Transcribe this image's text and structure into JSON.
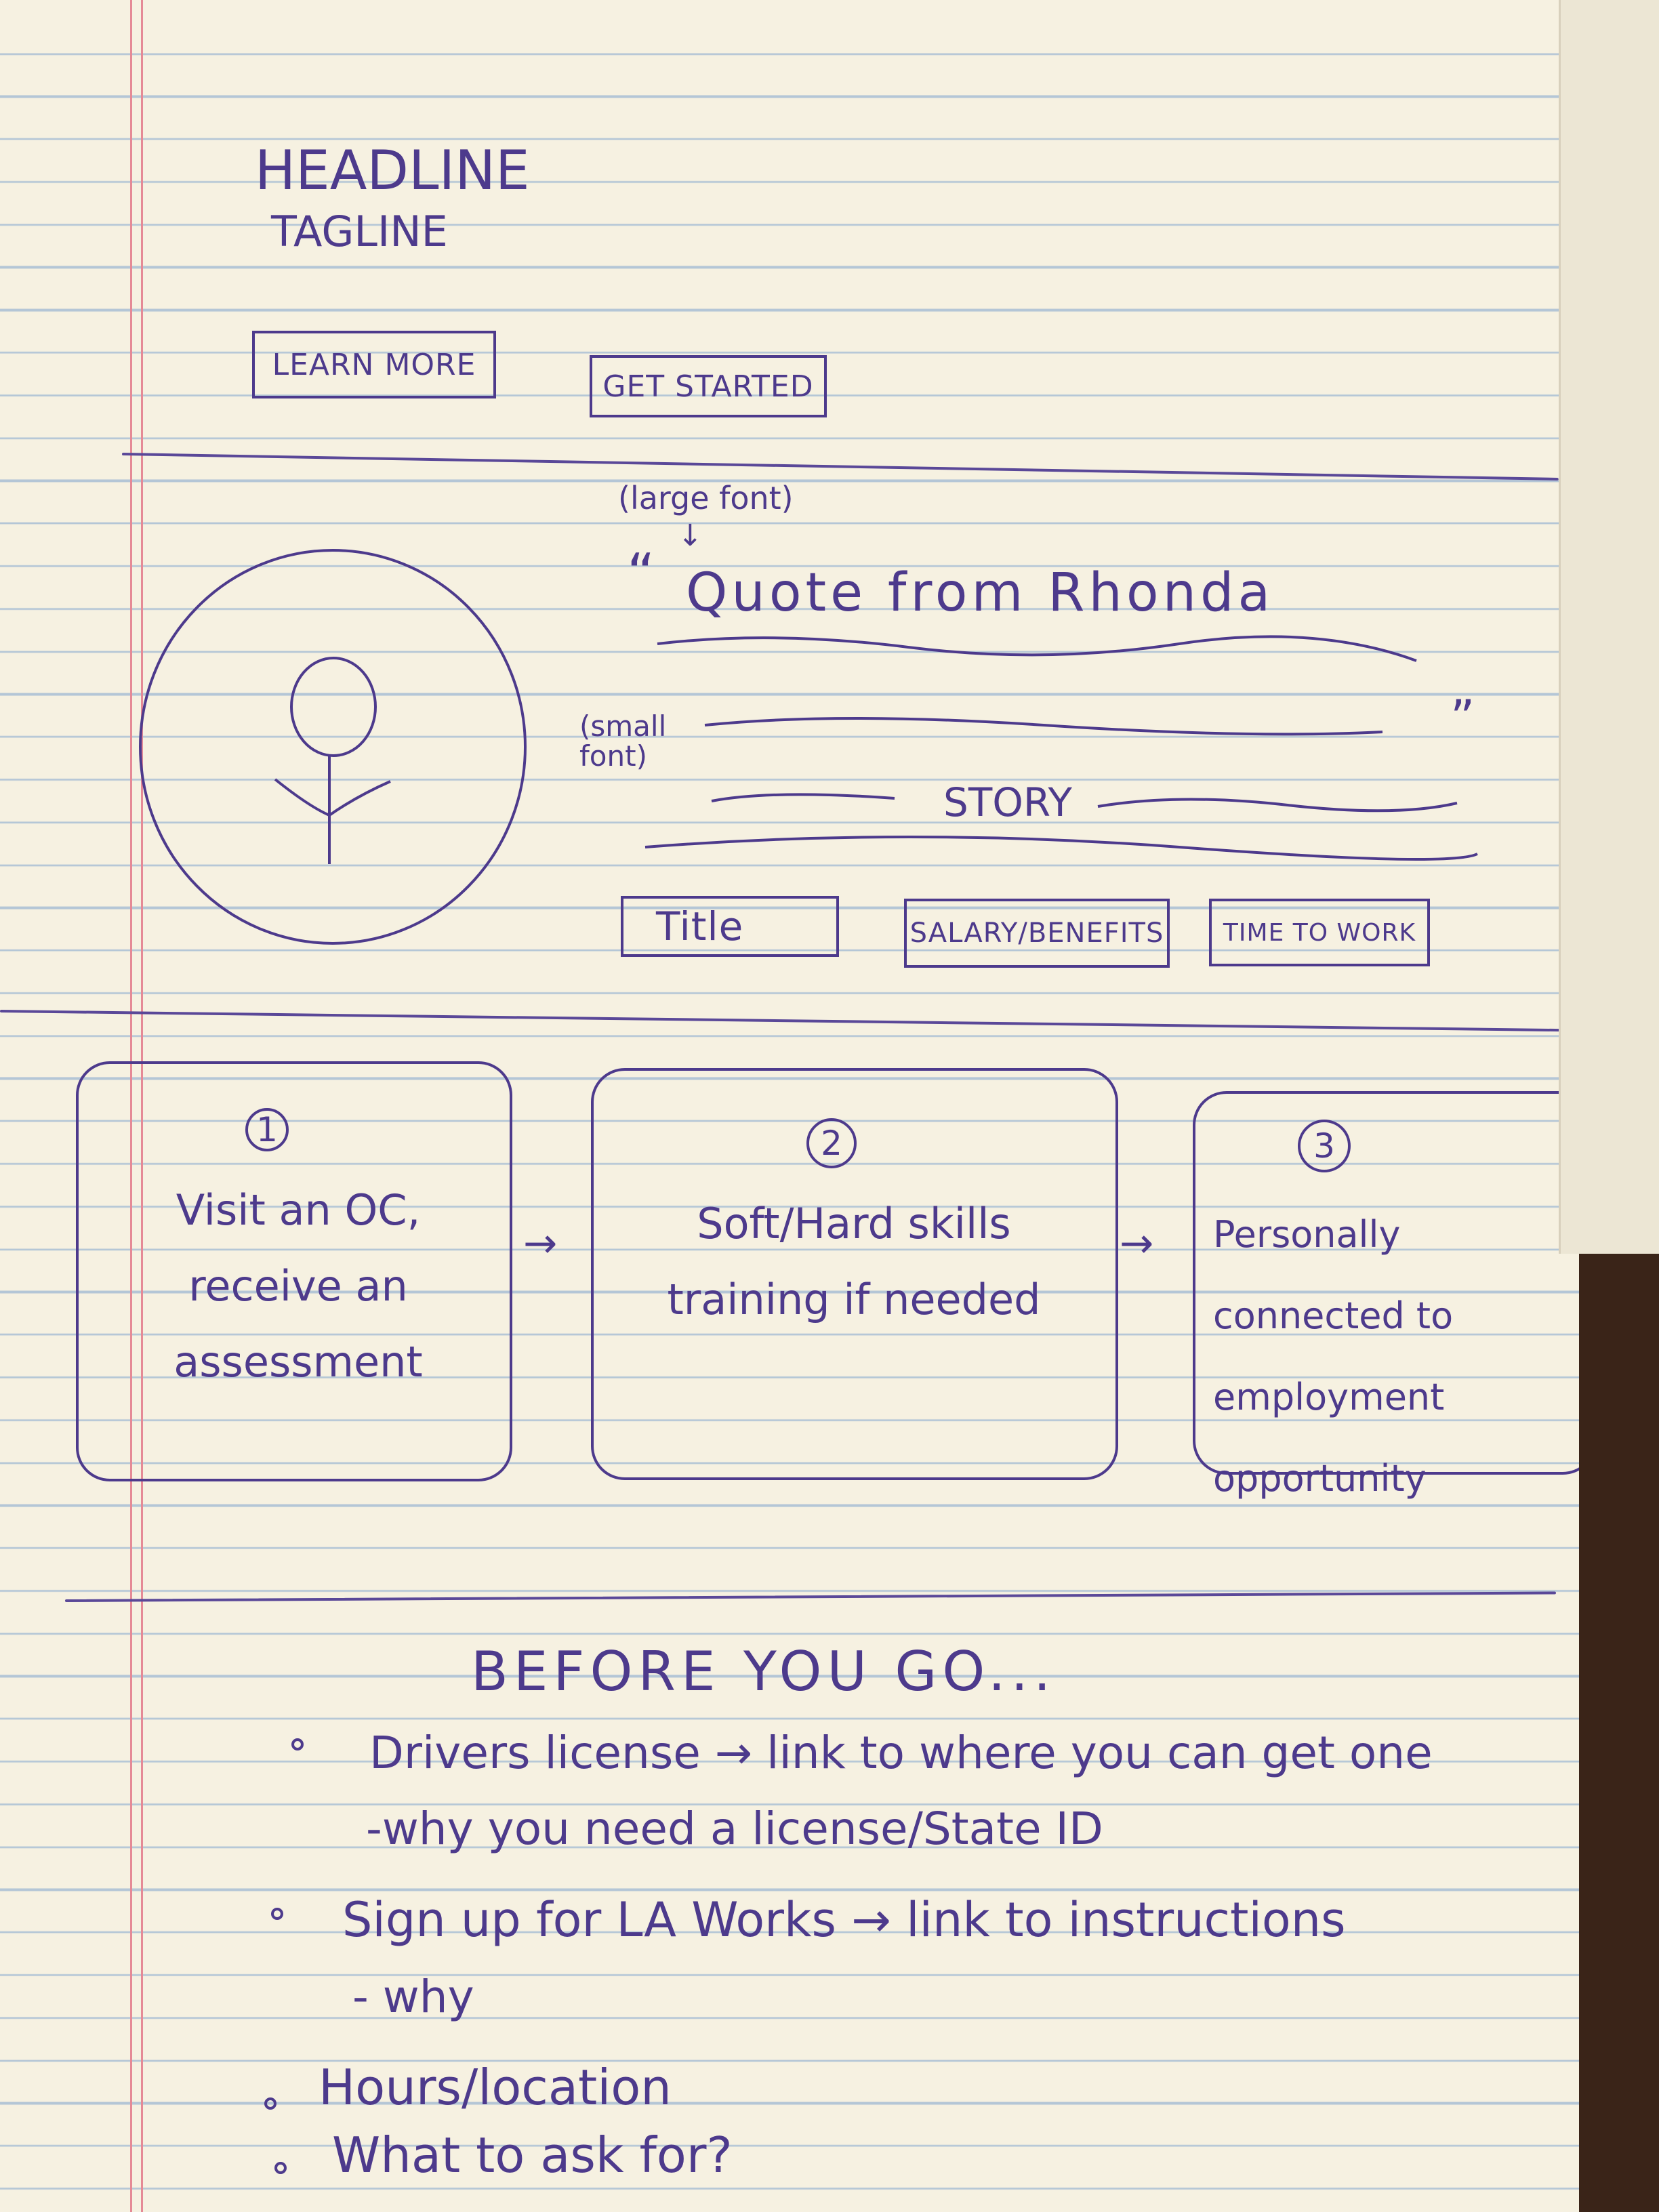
{
  "header": {
    "headline": "HEADLINE",
    "tagline": "TAGLINE",
    "learn_more": "LEARN MORE",
    "get_started": "GET STARTED"
  },
  "testimonial": {
    "large_font_note": "(large font)",
    "open_quote": "“",
    "quote": "Quote from Rhonda",
    "close_quote": "”",
    "small_font_note": "(small font)",
    "story": "STORY",
    "tags": [
      "Title",
      "SALARY/BENEFITS",
      "TIME TO WORK"
    ]
  },
  "steps": [
    {
      "number": "1",
      "text": "Visit an OC, receive an assessment"
    },
    {
      "number": "2",
      "text": "Soft/Hard skills training if needed"
    },
    {
      "number": "3",
      "text": "Personally connected to employment opportunity"
    }
  ],
  "before_you_go": {
    "heading": "BEFORE YOU GO...",
    "lines": [
      "Drivers license → link to where you can get one",
      "-why you need a license/State ID",
      "Sign up for LA Works → link to instructions",
      "- why",
      "Hours/location",
      "What to ask for?"
    ]
  },
  "colors": {
    "ink": "#4d3a8c",
    "paper": "#f6f1e1",
    "rule": "#b4c6d6",
    "margin": "#e58a96"
  }
}
